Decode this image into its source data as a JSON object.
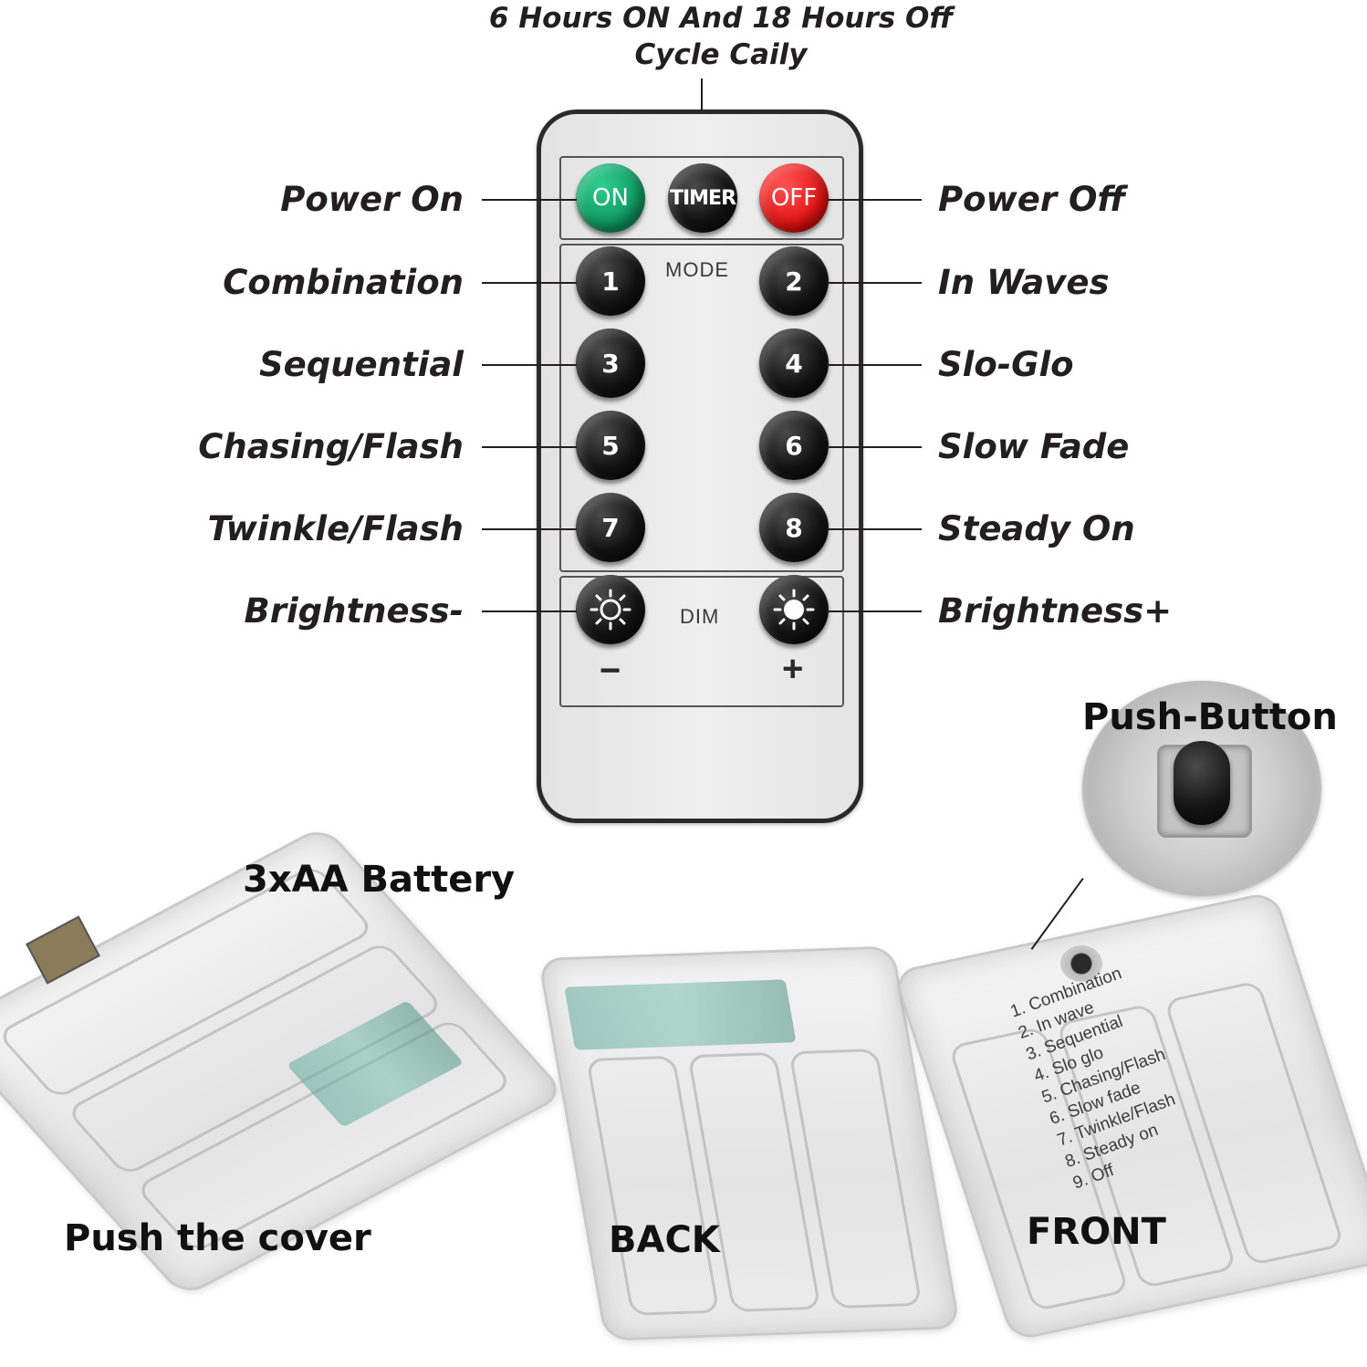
{
  "timer_note": {
    "line1": "6 Hours ON And 18 Hours Off",
    "line2": "Cycle Caily"
  },
  "remote": {
    "buttons": {
      "on": "ON",
      "timer": "TIMER",
      "off": "OFF",
      "mode_label": "MODE",
      "modes": [
        "1",
        "2",
        "3",
        "4",
        "5",
        "6",
        "7",
        "8"
      ],
      "dim_label": "DIM",
      "minus": "−",
      "plus": "+"
    },
    "colors": {
      "on": "#0e9a60",
      "off": "#e41414",
      "body": "#e8e8e8",
      "outline": "#2a2a2a"
    }
  },
  "callouts": {
    "left": [
      "Power On",
      "Combination",
      "Sequential",
      "Chasing/Flash",
      "Twinkle/Flash",
      "Brightness-"
    ],
    "right": [
      "Power Off",
      "In Waves",
      "Slo-Glo",
      "Slow Fade",
      "Steady On",
      "Brightness+"
    ]
  },
  "photos": {
    "battery_label": "3xAA Battery",
    "push_cover_label": "Push the cover",
    "back_label": "BACK",
    "front_label": "FRONT",
    "push_button_label": "Push-Button",
    "printed_modes": [
      "1. Combination",
      "2. In wave",
      "3. Sequential",
      "4. Slo glo",
      "5. Chasing/Flash",
      "6. Slow fade",
      "7. Twinkle/Flash",
      "8. Steady on",
      "9. Off"
    ]
  }
}
